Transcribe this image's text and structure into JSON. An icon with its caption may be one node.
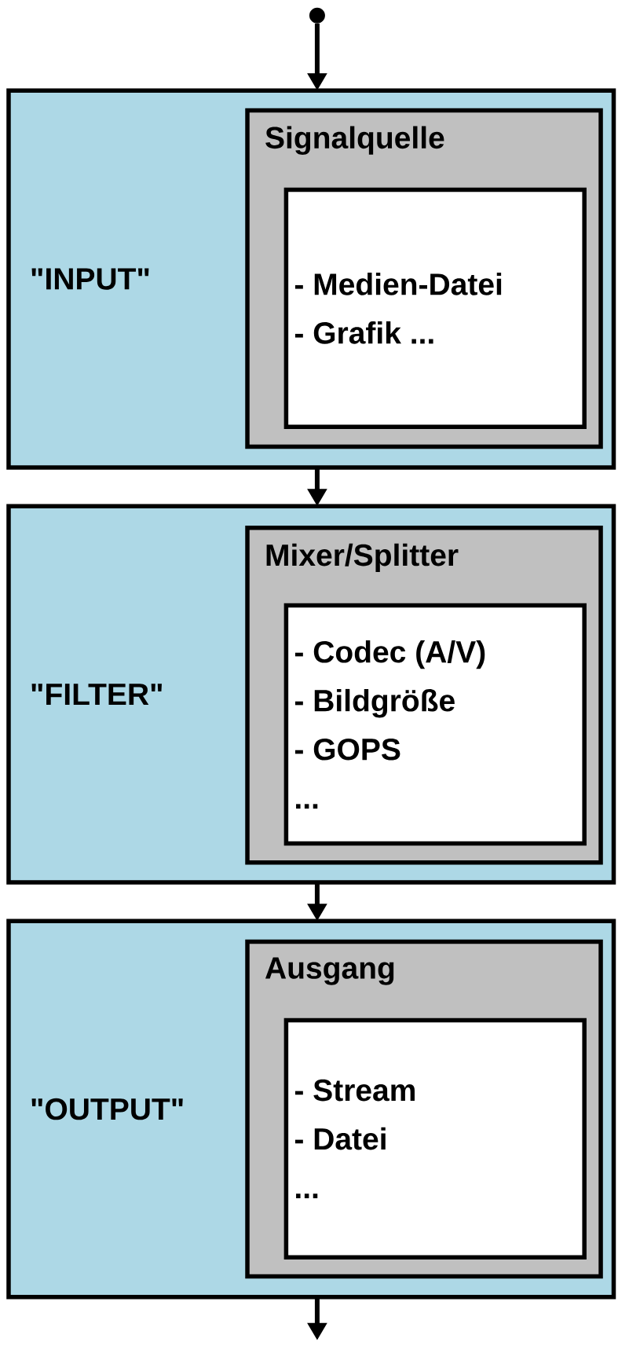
{
  "diagram": {
    "nodes": [
      {
        "text": [],
        "shape": "circle"
      },
      {
        "text": [
          "\"INPUT\""
        ]
      },
      {
        "text": [
          "Signalquelle"
        ],
        "in": 1
      },
      {
        "text": [
          "- Medien-Datei",
          "- Grafik ..."
        ],
        "in": 2
      },
      {
        "text": [
          "\"FILTER\""
        ]
      },
      {
        "text": [
          "Mixer/Splitter"
        ],
        "in": 4
      },
      {
        "text": [
          "- Codec (A/V)",
          "- Bildgröße",
          "- GOPS",
          " ..."
        ],
        "in": 5
      },
      {
        "text": [
          "\"OUTPUT\""
        ]
      },
      {
        "text": [
          "Ausgang"
        ],
        "in": 7
      },
      {
        "text": [
          "- Stream",
          "- Datei",
          " ..."
        ],
        "in": 8
      }
    ],
    "edges": [
      {
        "from": 0,
        "to": 1,
        "arrow": "to"
      },
      {
        "from": 1,
        "to": 4,
        "arrow": "to"
      },
      {
        "from": 4,
        "to": 7,
        "arrow": "to"
      },
      {
        "from": 7,
        "to": null,
        "arrow": "to"
      }
    ]
  }
}
